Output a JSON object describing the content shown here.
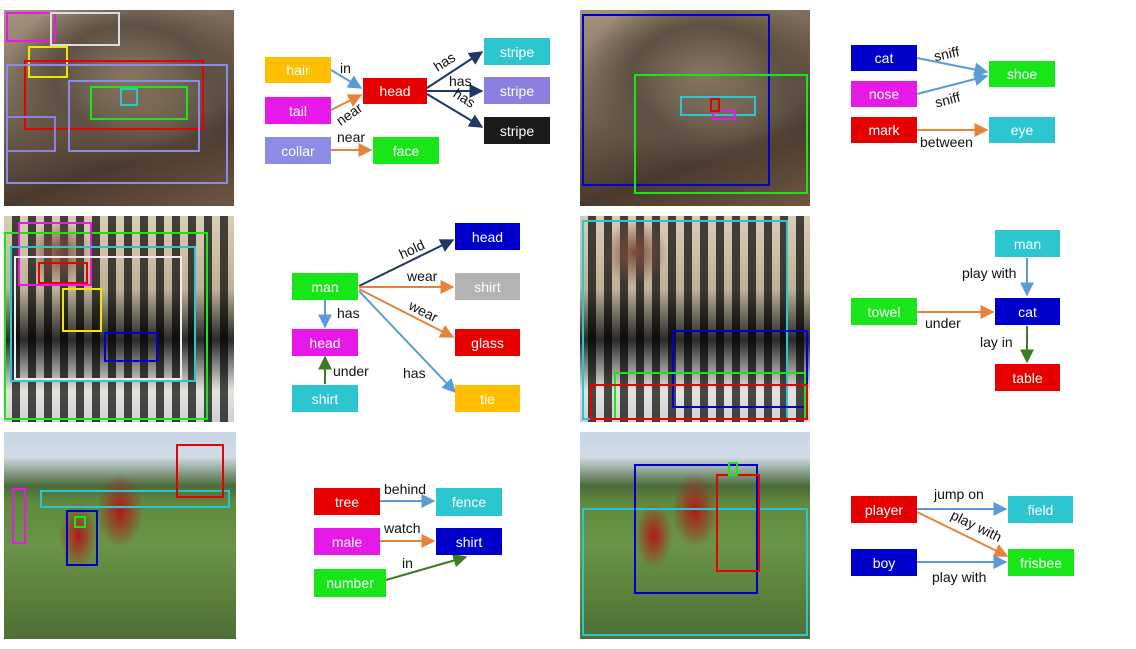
{
  "colors": {
    "orange": "#ffbf00",
    "magenta": "#e619e6",
    "lavender": "#8c8ce6",
    "red": "#e60000",
    "cyan": "#2bc6cf",
    "purple": "#8b7fe0",
    "black": "#1a1a1a",
    "green": "#19e619",
    "blue": "#0000cc",
    "gray": "#b3b3b3",
    "yellow": "#f2e600",
    "edge_orange": "#e8823a",
    "edge_blue": "#5b9bd5",
    "edge_navy": "#1f3864",
    "edge_green": "#3c7d22"
  },
  "panels": [
    {
      "id": "p1",
      "photo": "cat-with-shoe",
      "nodes": [
        {
          "id": "hair",
          "label": "hair",
          "color": "orange"
        },
        {
          "id": "tail",
          "label": "tail",
          "color": "magenta"
        },
        {
          "id": "collar",
          "label": "collar",
          "color": "lavender"
        },
        {
          "id": "head",
          "label": "head",
          "color": "red"
        },
        {
          "id": "face",
          "label": "face",
          "color": "green"
        },
        {
          "id": "stripe1",
          "label": "stripe",
          "color": "cyan"
        },
        {
          "id": "stripe2",
          "label": "stripe",
          "color": "purple"
        },
        {
          "id": "stripe3",
          "label": "stripe",
          "color": "black"
        }
      ],
      "edges": [
        {
          "from": "hair",
          "to": "head",
          "label": "in"
        },
        {
          "from": "tail",
          "to": "head",
          "label": "near"
        },
        {
          "from": "collar",
          "to": "face",
          "label": "near"
        },
        {
          "from": "head",
          "to": "stripe1",
          "label": "has"
        },
        {
          "from": "head",
          "to": "stripe2",
          "label": "has"
        },
        {
          "from": "head",
          "to": "stripe3",
          "label": "has"
        }
      ]
    },
    {
      "id": "p2",
      "photo": "cat-with-shoe",
      "nodes": [
        {
          "id": "cat",
          "label": "cat",
          "color": "blue"
        },
        {
          "id": "nose",
          "label": "nose",
          "color": "magenta"
        },
        {
          "id": "mark",
          "label": "mark",
          "color": "red"
        },
        {
          "id": "shoe",
          "label": "shoe",
          "color": "green"
        },
        {
          "id": "eye",
          "label": "eye",
          "color": "cyan"
        }
      ],
      "edges": [
        {
          "from": "cat",
          "to": "shoe",
          "label": "sniff"
        },
        {
          "from": "nose",
          "to": "shoe",
          "label": "sniff"
        },
        {
          "from": "mark",
          "to": "eye",
          "label": "between"
        }
      ]
    },
    {
      "id": "p3",
      "photo": "man-with-cat",
      "nodes": [
        {
          "id": "man",
          "label": "man",
          "color": "green"
        },
        {
          "id": "head",
          "label": "head",
          "color": "magenta"
        },
        {
          "id": "shirt",
          "label": "shirt",
          "color": "cyan"
        },
        {
          "id": "headR",
          "label": "head",
          "color": "blue"
        },
        {
          "id": "shirtR",
          "label": "shirt",
          "color": "gray"
        },
        {
          "id": "glass",
          "label": "glass",
          "color": "red"
        },
        {
          "id": "tie",
          "label": "tie",
          "color": "orange"
        }
      ],
      "edges": [
        {
          "from": "man",
          "to": "head",
          "label": "has"
        },
        {
          "from": "shirt",
          "to": "head",
          "label": "under"
        },
        {
          "from": "man",
          "to": "headR",
          "label": "hold"
        },
        {
          "from": "man",
          "to": "shirtR",
          "label": "wear"
        },
        {
          "from": "man",
          "to": "glass",
          "label": "wear"
        },
        {
          "from": "man",
          "to": "tie",
          "label": "has"
        }
      ]
    },
    {
      "id": "p4",
      "photo": "man-with-cat",
      "nodes": [
        {
          "id": "man",
          "label": "man",
          "color": "cyan"
        },
        {
          "id": "towel",
          "label": "towel",
          "color": "green"
        },
        {
          "id": "cat",
          "label": "cat",
          "color": "blue"
        },
        {
          "id": "table",
          "label": "table",
          "color": "red"
        }
      ],
      "edges": [
        {
          "from": "man",
          "to": "cat",
          "label": "play with"
        },
        {
          "from": "towel",
          "to": "cat",
          "label": "under"
        },
        {
          "from": "cat",
          "to": "table",
          "label": "lay in"
        }
      ]
    },
    {
      "id": "p5",
      "photo": "frisbee-players",
      "nodes": [
        {
          "id": "tree",
          "label": "tree",
          "color": "red"
        },
        {
          "id": "male",
          "label": "male",
          "color": "magenta"
        },
        {
          "id": "number",
          "label": "number",
          "color": "green"
        },
        {
          "id": "fence",
          "label": "fence",
          "color": "cyan"
        },
        {
          "id": "shirt",
          "label": "shirt",
          "color": "blue"
        }
      ],
      "edges": [
        {
          "from": "tree",
          "to": "fence",
          "label": "behind"
        },
        {
          "from": "male",
          "to": "shirt",
          "label": "watch"
        },
        {
          "from": "number",
          "to": "shirt",
          "label": "in"
        }
      ]
    },
    {
      "id": "p6",
      "photo": "frisbee-players",
      "nodes": [
        {
          "id": "player",
          "label": "player",
          "color": "red"
        },
        {
          "id": "boy",
          "label": "boy",
          "color": "blue"
        },
        {
          "id": "field",
          "label": "field",
          "color": "cyan"
        },
        {
          "id": "frisbee",
          "label": "frisbee",
          "color": "green"
        }
      ],
      "edges": [
        {
          "from": "player",
          "to": "field",
          "label": "jump on"
        },
        {
          "from": "player",
          "to": "frisbee",
          "label": "play with"
        },
        {
          "from": "boy",
          "to": "frisbee",
          "label": "play with"
        }
      ]
    }
  ]
}
